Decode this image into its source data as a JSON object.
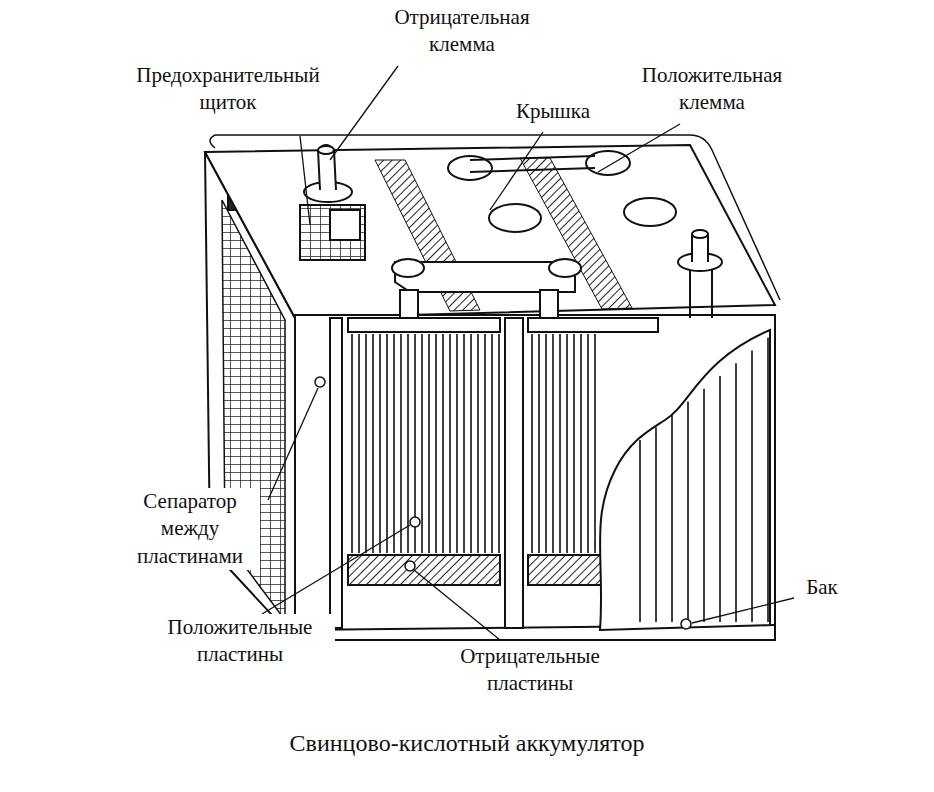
{
  "diagram": {
    "caption": "Свинцово-кислотный аккумулятор",
    "labels": [
      "Отрицательная клемма",
      "Предохранительный щиток",
      "Крышка",
      "Положительная клемма",
      "Сепаратор между пластинами",
      "Положительные пластины",
      "Отрицательные пластины",
      "Бак"
    ]
  }
}
